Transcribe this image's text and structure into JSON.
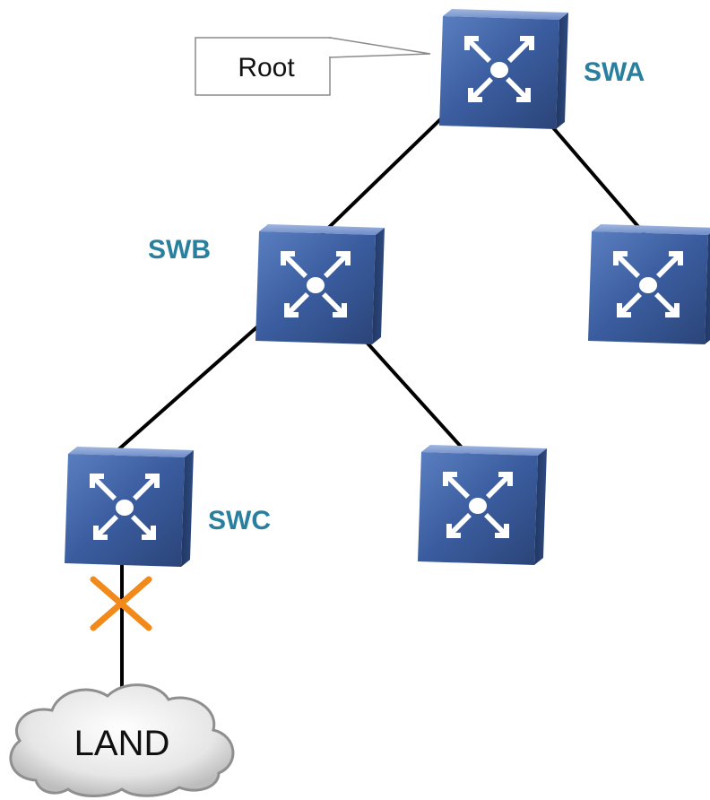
{
  "diagram": {
    "root_callout": "Root",
    "switches": {
      "swa": {
        "label": "SWA",
        "icon": "switch-icon"
      },
      "swb": {
        "label": "SWB",
        "icon": "switch-icon"
      },
      "swc": {
        "label": "SWC",
        "icon": "switch-icon"
      },
      "unlabeled_right": {
        "label": "",
        "icon": "switch-icon"
      },
      "unlabeled_mid": {
        "label": "",
        "icon": "switch-icon"
      }
    },
    "blocked_link_marker": "x-mark-icon",
    "cloud": {
      "label": "LAND",
      "icon": "cloud-icon"
    },
    "colors": {
      "label": "#2a7f9f",
      "switch_body": "#3b5b97",
      "blocked_marker": "#f28a1b",
      "link": "#000000"
    }
  }
}
